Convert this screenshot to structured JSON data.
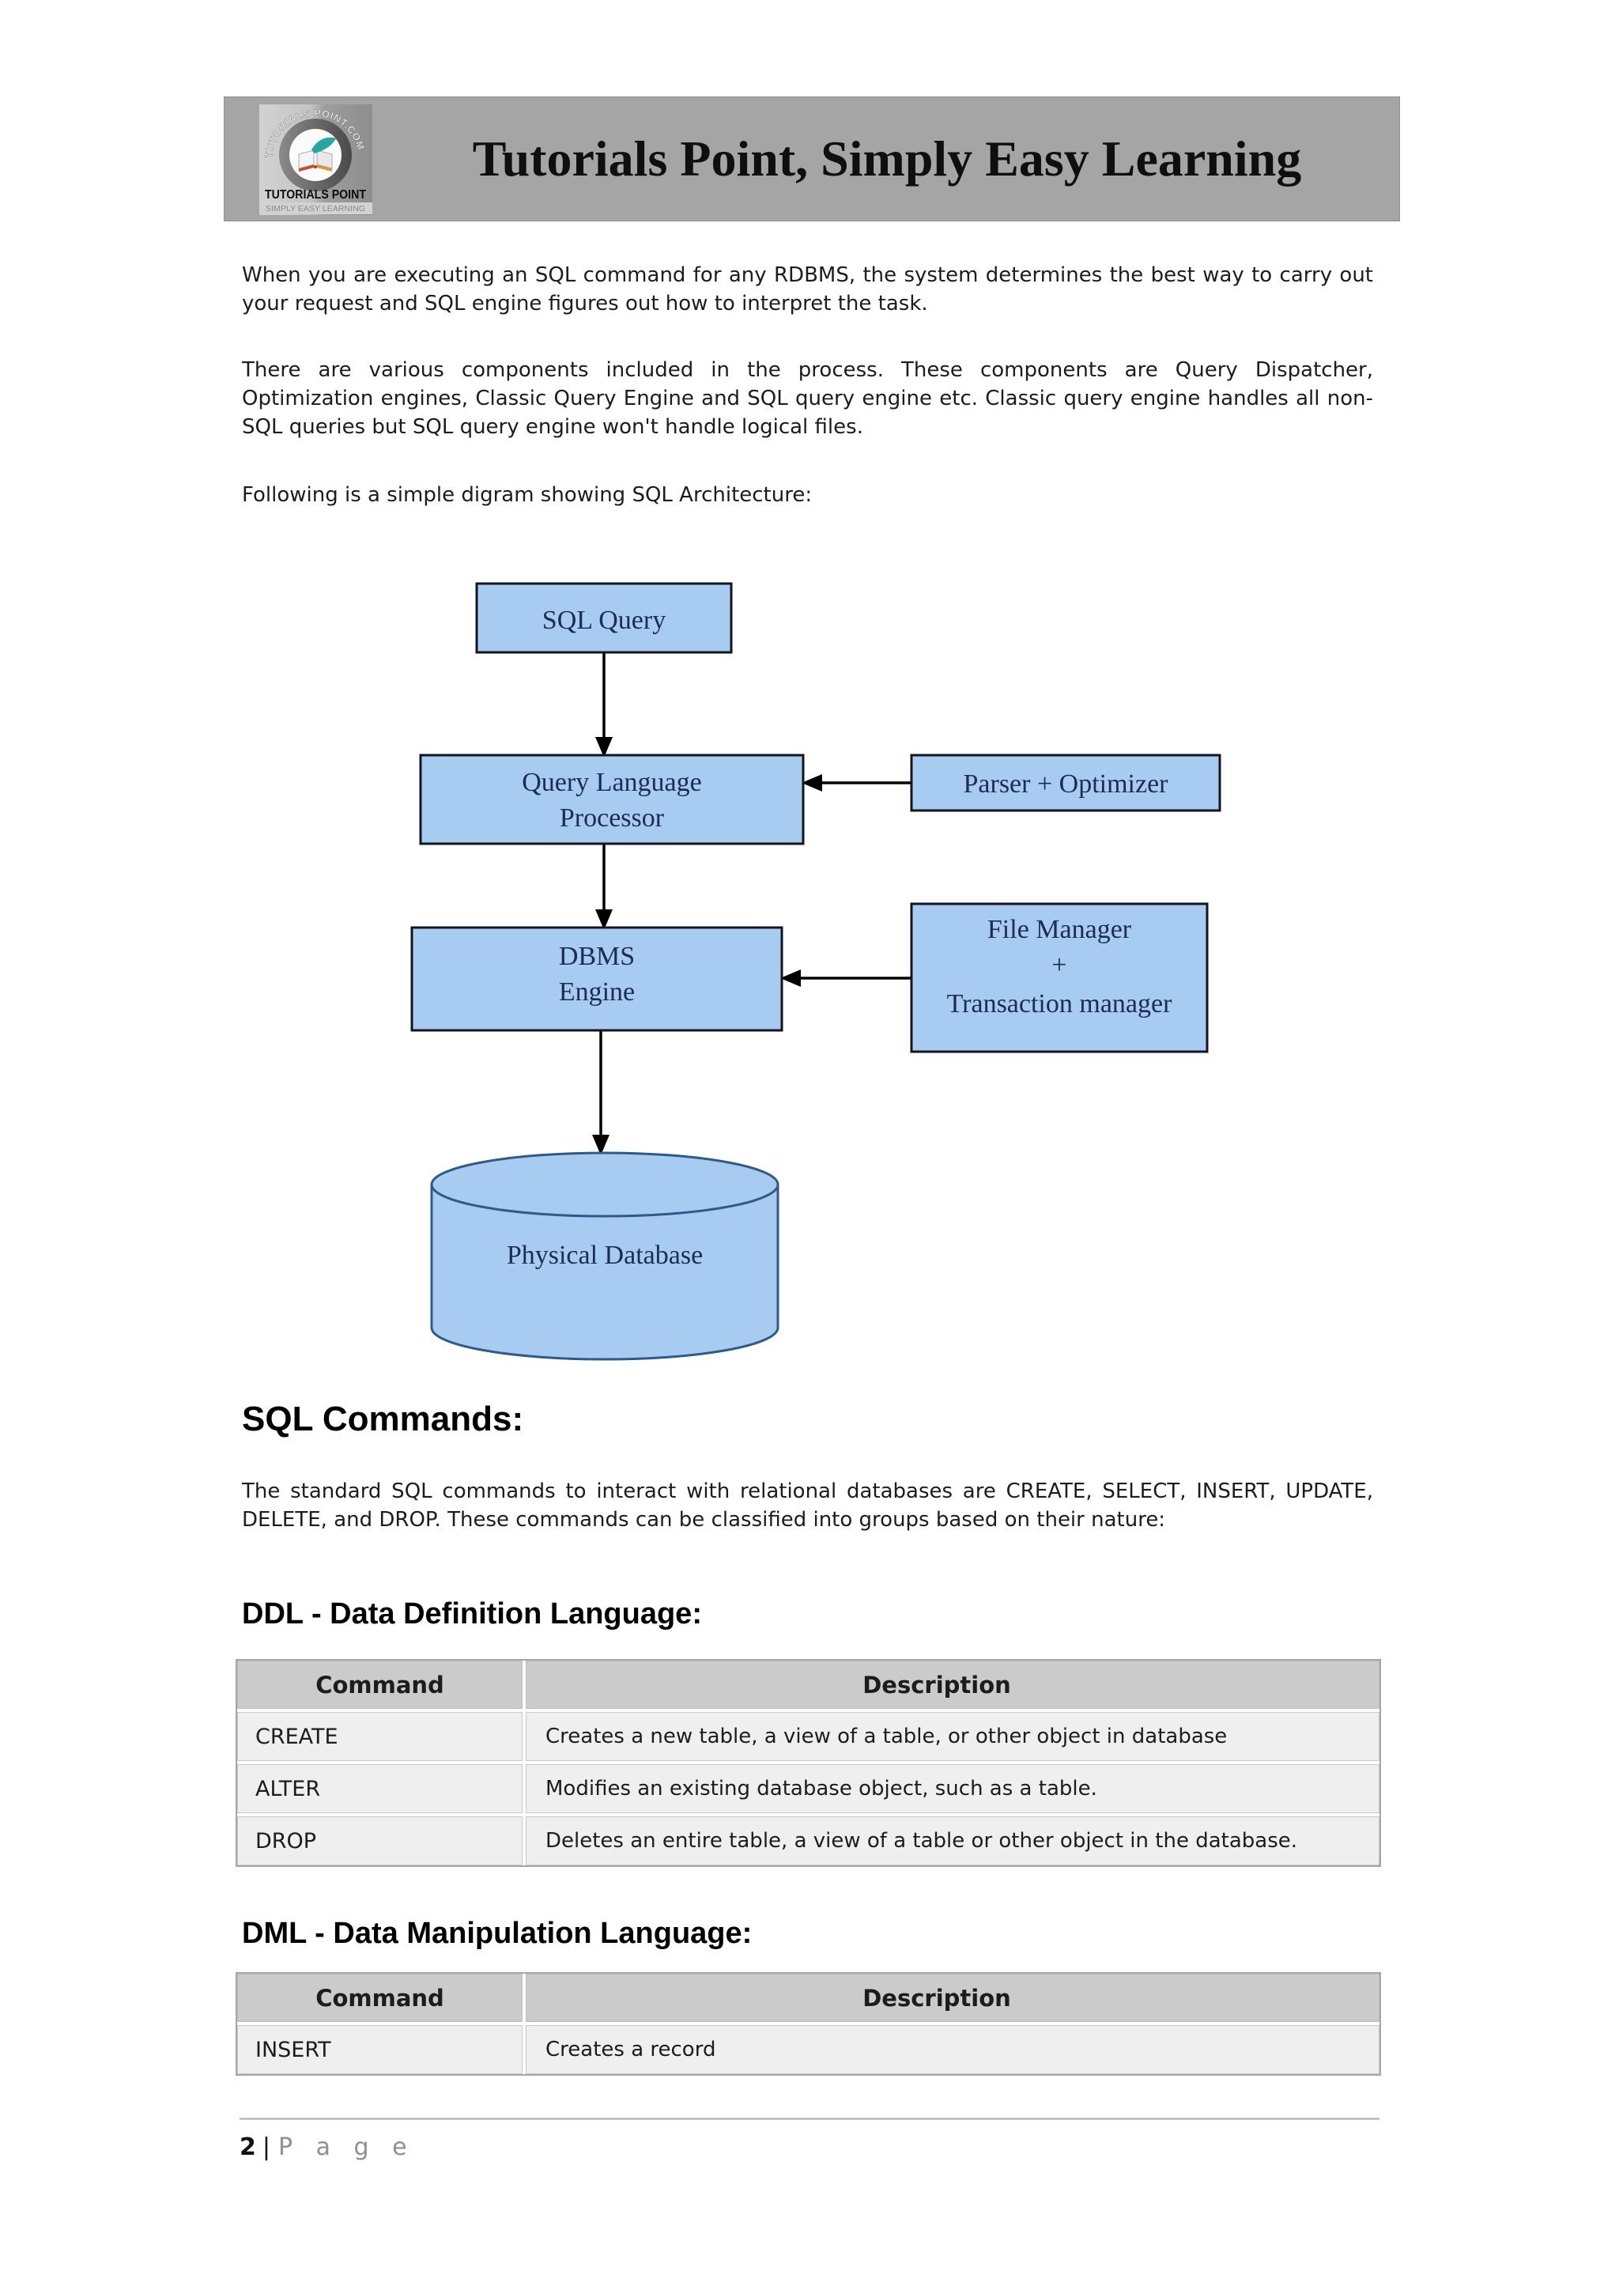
{
  "header": {
    "banner_title": "Tutorials Point, Simply Easy Learning",
    "logo": {
      "arc_text": "TUTORIALS POINT.COM",
      "brand": "TUTORIALS POINT",
      "tagline": "SIMPLY EASY LEARNING"
    }
  },
  "intro": {
    "p1": "When you are executing an SQL command for any RDBMS, the system determines the best way to carry out your request and SQL engine figures out how to interpret the task.",
    "p2": "There are various components included in the process. These components are Query Dispatcher, Optimization engines, Classic Query Engine and SQL query engine etc. Classic query engine handles all non-SQL queries but SQL query engine won't handle logical files.",
    "p3": "Following is a simple digram showing SQL Architecture:"
  },
  "diagram": {
    "sql_query": "SQL Query",
    "qlp_line1": "Query Language",
    "qlp_line2": "Processor",
    "parser": "Parser + Optimizer",
    "dbms_line1": "DBMS",
    "dbms_line2": "Engine",
    "file_line1": "File Manager",
    "file_line2": "+",
    "file_line3": "Transaction manager",
    "physical_db": "Physical Database"
  },
  "sql_commands": {
    "heading": "SQL Commands:",
    "body": "The standard SQL commands to interact with relational databases are CREATE, SELECT, INSERT, UPDATE, DELETE, and DROP. These commands can be classified into groups based on their nature:"
  },
  "ddl": {
    "heading": "DDL - Data Definition Language:",
    "table": {
      "headers": [
        "Command",
        "Description"
      ],
      "rows": [
        [
          "CREATE",
          "Creates a new table, a view of a table, or other object in database"
        ],
        [
          "ALTER",
          "Modifies an existing database object, such as a table."
        ],
        [
          "DROP",
          "Deletes an entire table, a view of a table or other object in the database."
        ]
      ]
    }
  },
  "dml": {
    "heading": "DML - Data Manipulation Language:",
    "table": {
      "headers": [
        "Command",
        "Description"
      ],
      "rows": [
        [
          "INSERT",
          "Creates a record"
        ]
      ]
    }
  },
  "footer": {
    "page_number": "2",
    "separator": "|",
    "page_word": "P a g e"
  },
  "colors": {
    "banner_bg": "#a5a5a5",
    "diagram_box_fill": "#a8ccf1",
    "diagram_box_border": "#14141f",
    "diagram_text": "#1c2c52",
    "cylinder_stroke": "#2f5a87",
    "table_header_bg": "#cbcbcb",
    "table_row_bg": "#efefef",
    "footer_gray": "#8f8f8f"
  }
}
